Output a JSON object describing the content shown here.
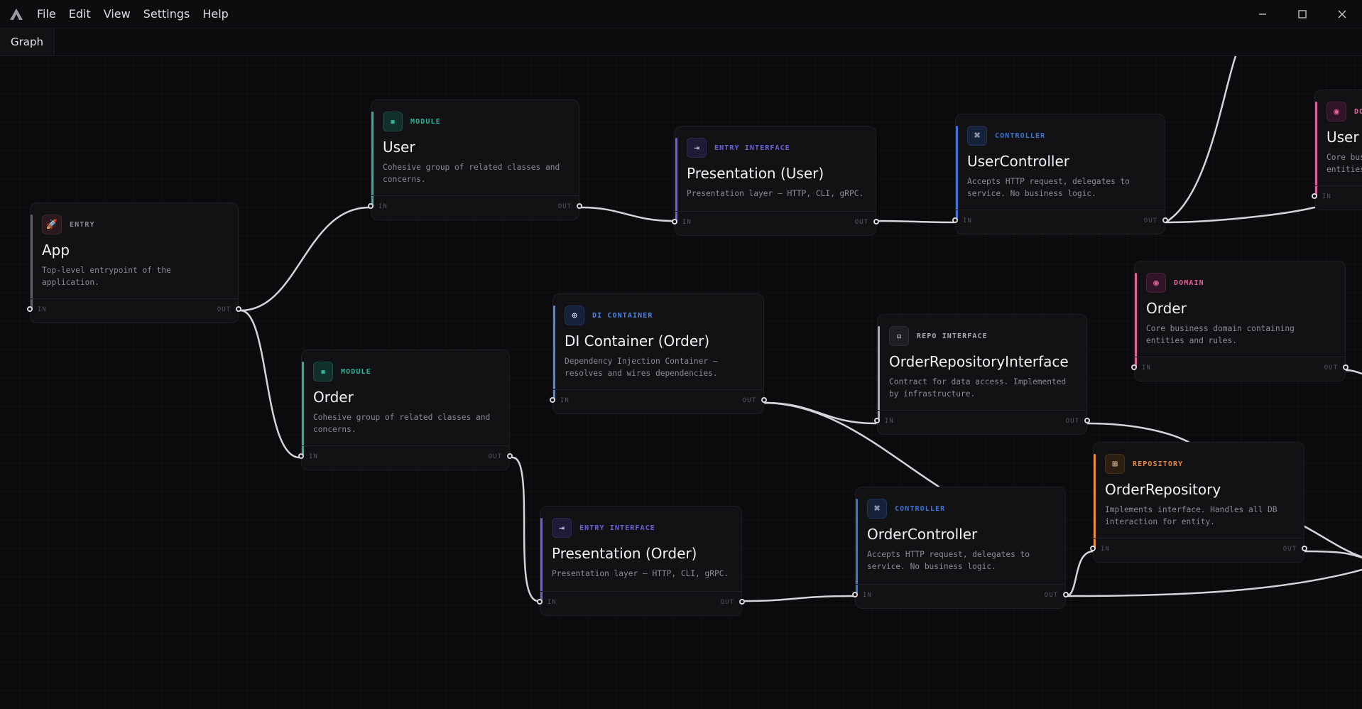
{
  "menu": {
    "file": "File",
    "edit": "Edit",
    "view": "View",
    "settings": "Settings",
    "help": "Help"
  },
  "tabs": {
    "graph": "Graph"
  },
  "ports": {
    "in": "IN",
    "out": "OUT"
  },
  "colors": {
    "module": "#2bb39a",
    "entry": "#8b8b93",
    "entry_interface": "#6b61e0",
    "controller": "#3b73d6",
    "domain": "#e0609a",
    "di_container": "#4f86e8",
    "repo_interface": "#a9a9b2",
    "repository": "#e8883f",
    "edge": "#d5d5d9"
  },
  "nodes": {
    "app": {
      "kind": "ENTRY",
      "icon": "rocket-icon",
      "title": "App",
      "desc": "Top-level entrypoint of the application."
    },
    "user_module": {
      "kind": "MODULE",
      "icon": "module-icon",
      "title": "User",
      "desc": "Cohesive group of related classes and concerns."
    },
    "order_module": {
      "kind": "MODULE",
      "icon": "module-icon",
      "title": "Order",
      "desc": "Cohesive group of related classes and concerns."
    },
    "pres_user": {
      "kind": "ENTRY INTERFACE",
      "icon": "arrow-in-icon",
      "title": "Presentation (User)",
      "desc": "Presentation layer — HTTP, CLI, gRPC."
    },
    "user_ctrl": {
      "kind": "CONTROLLER",
      "icon": "command-icon",
      "title": "UserController",
      "desc": "Accepts HTTP request, delegates to service. No business logic."
    },
    "user_domain": {
      "kind": "DO",
      "icon": "target-icon",
      "title": "User",
      "desc": "Core bus entities"
    },
    "order_domain": {
      "kind": "DOMAIN",
      "icon": "target-icon",
      "title": "Order",
      "desc": "Core business domain containing entities and rules."
    },
    "di_order": {
      "kind": "DI CONTAINER",
      "icon": "crosshair-icon",
      "title": "DI Container (Order)",
      "desc": "Dependency Injection Container — resolves and wires dependencies."
    },
    "repo_iface": {
      "kind": "REPO INTERFACE",
      "icon": "square-icon",
      "title": "OrderRepositoryInterface",
      "desc": "Contract for data access. Implemented by infrastructure."
    },
    "repo": {
      "kind": "REPOSITORY",
      "icon": "grid-icon",
      "title": "OrderRepository",
      "desc": "Implements interface. Handles all DB interaction for entity."
    },
    "order_ctrl": {
      "kind": "CONTROLLER",
      "icon": "command-icon",
      "title": "OrderController",
      "desc": "Accepts HTTP request, delegates to service. No business logic."
    },
    "pres_order": {
      "kind": "ENTRY INTERFACE",
      "icon": "arrow-in-icon",
      "title": "Presentation (Order)",
      "desc": "Presentation layer — HTTP, CLI, gRPC."
    }
  }
}
